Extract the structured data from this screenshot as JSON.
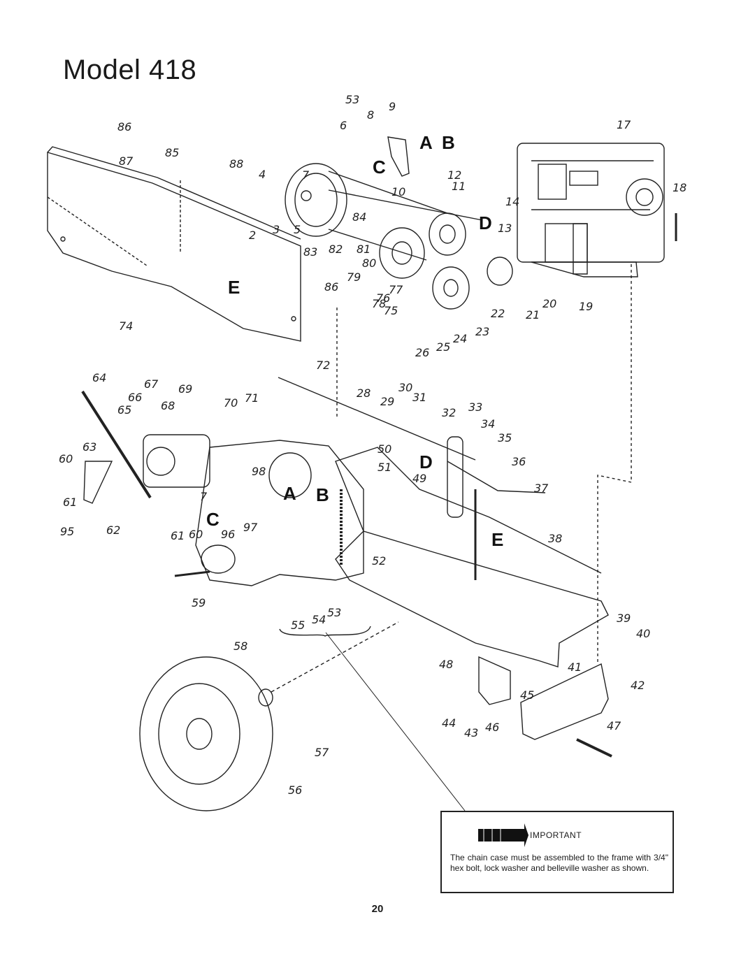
{
  "header": {
    "title": "Model 418"
  },
  "section_letters": [
    "A",
    "B",
    "C",
    "D",
    "E"
  ],
  "part_numbers": [
    "2",
    "3",
    "4",
    "5",
    "6",
    "7",
    "8",
    "9",
    "10",
    "11",
    "12",
    "13",
    "14",
    "17",
    "18",
    "19",
    "20",
    "21",
    "22",
    "23",
    "24",
    "25",
    "26",
    "28",
    "29",
    "30",
    "31",
    "32",
    "33",
    "34",
    "35",
    "36",
    "37",
    "38",
    "39",
    "40",
    "41",
    "42",
    "43",
    "44",
    "45",
    "46",
    "47",
    "48",
    "49",
    "50",
    "51",
    "52",
    "53",
    "54",
    "55",
    "56",
    "57",
    "58",
    "59",
    "60",
    "61",
    "62",
    "63",
    "64",
    "65",
    "66",
    "67",
    "68",
    "69",
    "70",
    "71",
    "72",
    "74",
    "75",
    "76",
    "77",
    "78",
    "79",
    "80",
    "81",
    "82",
    "83",
    "84",
    "85",
    "86",
    "87",
    "88",
    "95",
    "96",
    "97",
    "98"
  ],
  "callouts": {
    "n53a": "53",
    "n8": "8",
    "n9": "9",
    "n6": "6",
    "n17": "17",
    "n86a": "86",
    "n85": "85",
    "n87": "87",
    "n88": "88",
    "n4": "4",
    "n7a": "7",
    "n12": "12",
    "n10": "10",
    "n11": "11",
    "n18": "18",
    "n14": "14",
    "n84": "84",
    "n13": "13",
    "n2": "2",
    "n3": "3",
    "n5": "5",
    "n83": "83",
    "n82": "82",
    "n81": "81",
    "n80": "80",
    "n79": "79",
    "n86b": "86",
    "n77": "77",
    "n76": "76",
    "n78": "78",
    "n75": "75",
    "n22": "22",
    "n21": "21",
    "n20": "20",
    "n19": "19",
    "n74": "74",
    "n24": "24",
    "n23": "23",
    "n26": "26",
    "n25": "25",
    "n72": "72",
    "n64": "64",
    "n67": "67",
    "n69": "69",
    "n66": "66",
    "n65": "65",
    "n68": "68",
    "n70": "70",
    "n71": "71",
    "n28": "28",
    "n30": "30",
    "n29": "29",
    "n31": "31",
    "n32": "32",
    "n33": "33",
    "n34": "34",
    "n35": "35",
    "n63": "63",
    "n60a": "60",
    "n50": "50",
    "n51": "51",
    "n36": "36",
    "n49": "49",
    "n98": "98",
    "n37": "37",
    "n61a": "61",
    "n7b": "7",
    "n95": "95",
    "n62": "62",
    "n61b": "61",
    "n60b": "60",
    "n96": "96",
    "n97": "97",
    "n38": "38",
    "n52": "52",
    "n59": "59",
    "n55": "55",
    "n54": "54",
    "n53b": "53",
    "n39": "39",
    "n40": "40",
    "n58": "58",
    "n48": "48",
    "n41": "41",
    "n42": "42",
    "n45": "45",
    "n44": "44",
    "n43": "43",
    "n46": "46",
    "n47": "47",
    "n57": "57",
    "n56": "56"
  },
  "important": {
    "label": "IMPORTANT",
    "text": "The chain case must be assembled to the frame with 3/4\" hex bolt, lock washer and belleville washer as shown."
  },
  "footer": {
    "page_number": "20"
  }
}
